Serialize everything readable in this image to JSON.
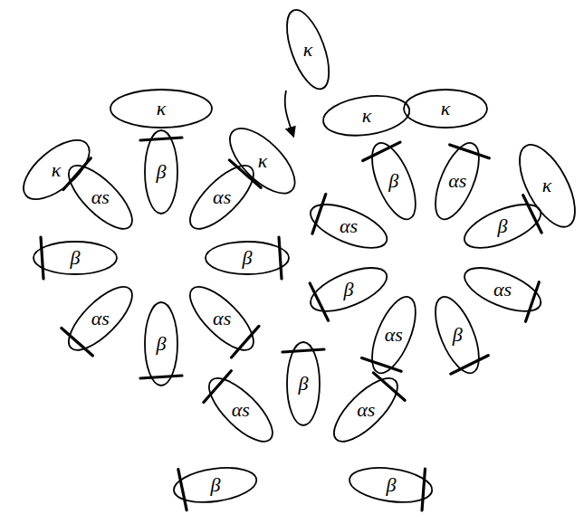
{
  "diagram": {
    "nodes": [
      {
        "text": [
          "κ"
        ]
      },
      {
        "text": [
          "κ"
        ]
      },
      {
        "text": [
          "κ"
        ]
      },
      {
        "text": [
          "κ"
        ]
      },
      {
        "text": [
          "β"
        ]
      },
      {
        "text": [
          "αs"
        ]
      },
      {
        "text": [
          "β"
        ]
      },
      {
        "text": [
          "αs"
        ]
      },
      {
        "text": [
          "β"
        ]
      },
      {
        "text": [
          "αs"
        ]
      },
      {
        "text": [
          "β"
        ]
      },
      {
        "text": [
          "αs"
        ]
      },
      {
        "text": [
          "κ"
        ]
      },
      {
        "text": [
          "κ"
        ]
      },
      {
        "text": [
          "κ"
        ]
      },
      {
        "text": [
          "β"
        ]
      },
      {
        "text": [
          "αs"
        ]
      },
      {
        "text": [
          "β"
        ]
      },
      {
        "text": [
          "αs"
        ]
      },
      {
        "text": [
          "β"
        ]
      },
      {
        "text": [
          "αs"
        ]
      },
      {
        "text": [
          "β"
        ]
      },
      {
        "text": [
          "αs"
        ]
      },
      {
        "text": [
          "β"
        ]
      },
      {
        "text": [
          "αs"
        ]
      },
      {
        "text": [
          "β"
        ]
      },
      {
        "text": [
          "αs"
        ]
      },
      {
        "text": [
          "β"
        ]
      }
    ]
  }
}
